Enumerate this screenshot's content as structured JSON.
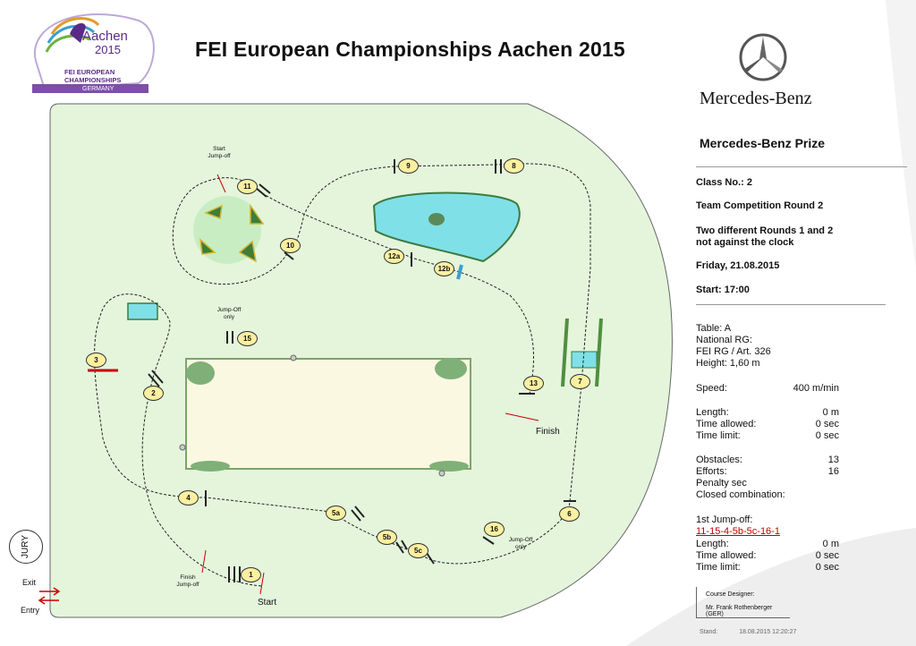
{
  "title": "FEI European Championships  Aachen 2015",
  "logo": {
    "city": "Aachen",
    "year": "2015",
    "line1": "FEI EUROPEAN",
    "line2": "CHAMPIONSHIPS",
    "line3": "GERMANY"
  },
  "sponsor": "Mercedes-Benz",
  "prize": "Mercedes-Benz Prize",
  "info": {
    "class_no": "Class No.: 2",
    "competition": "Team Competition Round 2",
    "rounds_line1": "Two different Rounds 1 and 2",
    "rounds_line2": "not against the clock",
    "date": "Friday, 21.08.2015",
    "start": "Start: 17:00"
  },
  "rules": {
    "table": "Table: A",
    "national": "National RG:",
    "fei": "FEI RG / Art. 326",
    "height": "Height: 1,60  m"
  },
  "speed": {
    "label": "Speed:",
    "value": "400  m/min"
  },
  "stats": [
    {
      "label": "Length:",
      "value": "0    m"
    },
    {
      "label": "Time allowed:",
      "value": "0  sec"
    },
    {
      "label": "Time limit:",
      "value": "0  sec"
    }
  ],
  "obstacles": [
    {
      "label": "Obstacles:",
      "value": "13"
    },
    {
      "label": "Efforts:",
      "value": "16"
    },
    {
      "label": "Penalty sec",
      "value": ""
    },
    {
      "label": "Closed combination:",
      "value": ""
    }
  ],
  "jumpoff": {
    "label": "1st Jump-off:",
    "sequence": "11-15-4-5b-5c-16-1",
    "stats": [
      {
        "label": "Length:",
        "value": "0    m"
      },
      {
        "label": "Time allowed:",
        "value": "0  sec"
      },
      {
        "label": "Time limit:",
        "value": "0  sec"
      }
    ]
  },
  "designer": {
    "label": "Course Designer:",
    "name": "Mr. Frank Rothenberger (GER)"
  },
  "stand": {
    "label": "Stand:",
    "value": "18.08.2015 12:20:27"
  },
  "course": {
    "jury": "JURY",
    "exit": "Exit",
    "entry": "Entry",
    "start": "Start",
    "finish": "Finish",
    "start_jumpoff": [
      "Start",
      "Jump-off"
    ],
    "finish_jumpoff": [
      "Finish",
      "Jump-off"
    ],
    "jumpoff_only_15": [
      "Jump-Off",
      "only"
    ],
    "jumpoff_only_16": [
      "Jump-Off",
      "only"
    ],
    "fences": [
      "1",
      "2",
      "3",
      "4",
      "5a",
      "5b",
      "5c",
      "6",
      "7",
      "8",
      "9",
      "10",
      "11",
      "12a",
      "12b",
      "13",
      "15",
      "16"
    ]
  },
  "colors": {
    "arena_fill": "#e4f5dc",
    "sand_fill": "#fbf8e2",
    "water": "#7fe0e8",
    "accent_purple": "#5b2a86",
    "link_red": "#c00000",
    "marker_fill": "#faf0a0"
  }
}
